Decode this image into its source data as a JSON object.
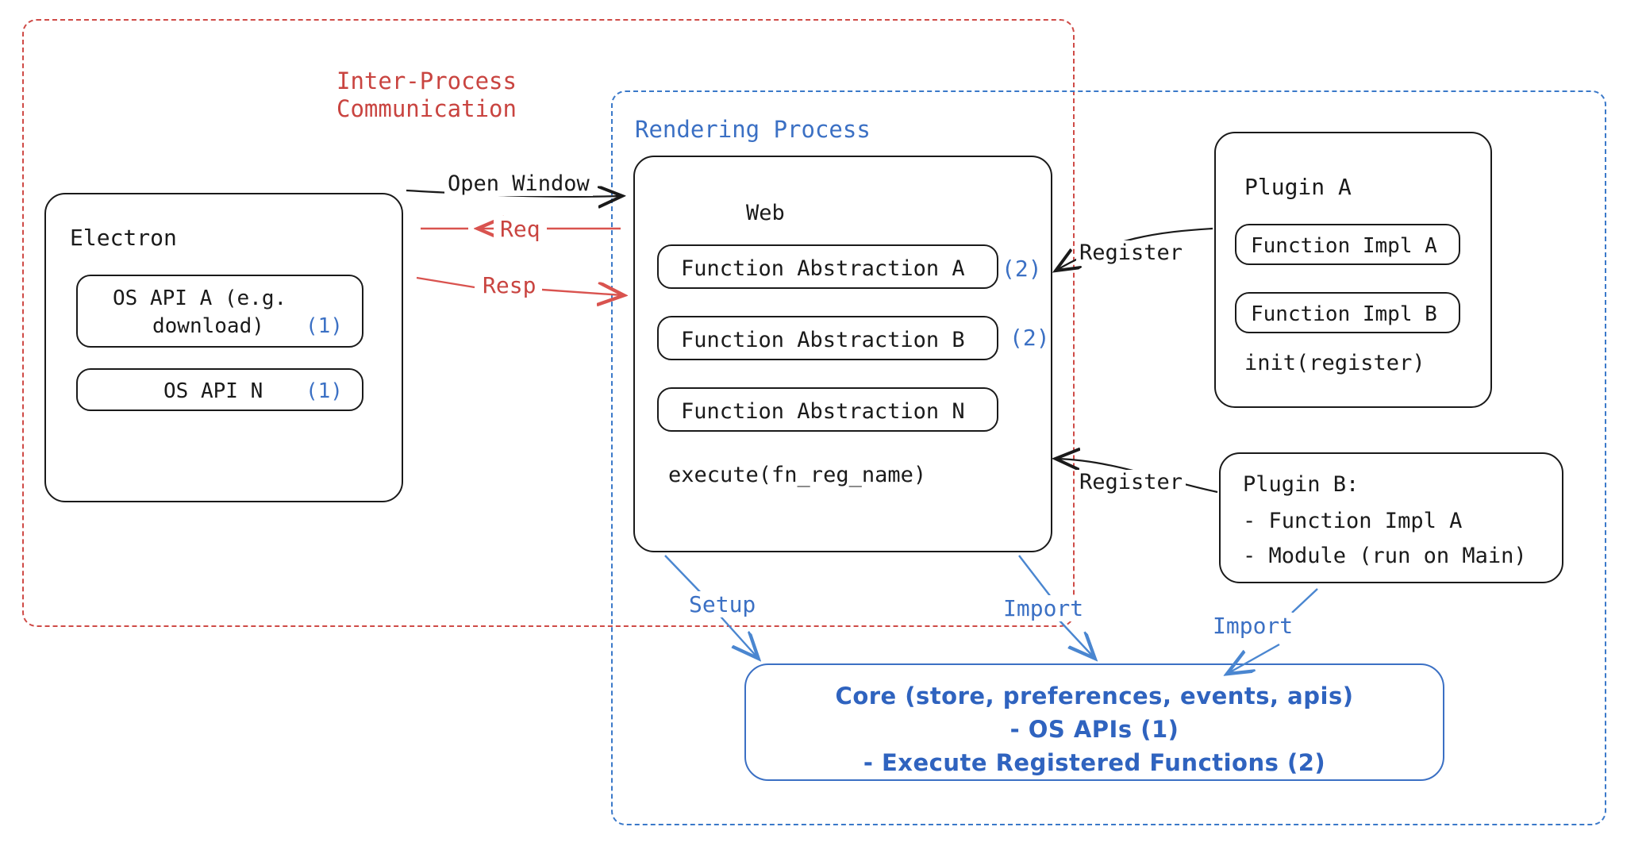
{
  "diagram": {
    "title": "Electron plugin architecture diagram",
    "colors": {
      "red": "#c94440",
      "blue": "#3b70c4",
      "black": "#1a1a1a"
    },
    "groups": {
      "ipc": {
        "label": "Inter-Process\nCommunication",
        "line1": "Inter-Process",
        "line2": "Communication",
        "color": "#c94440"
      },
      "rendering": {
        "label": "Rendering Process",
        "color": "#3b70c4"
      }
    },
    "electron": {
      "title": "Electron",
      "apis": [
        {
          "name": "OS API A (e.g.\n  download)",
          "line1": "OS API A (e.g.",
          "line2": "download)",
          "badge": "(1)"
        },
        {
          "name": "OS API N",
          "line1": "OS API N",
          "line2": "",
          "badge": "(1)"
        }
      ]
    },
    "web": {
      "title": "Web",
      "abstractions": [
        {
          "label": "Function Abstraction A",
          "badge": "(2)"
        },
        {
          "label": "Function Abstraction B",
          "badge": "(2)"
        },
        {
          "label": "Function Abstraction N",
          "badge": ""
        }
      ],
      "footer": "execute(fn_reg_name)"
    },
    "plugin_a": {
      "title": "Plugin A",
      "impls": [
        {
          "label": "Function Impl A"
        },
        {
          "label": "Function Impl B"
        }
      ],
      "footer": "init(register)"
    },
    "plugin_b": {
      "title": "Plugin B:",
      "lines": [
        "- Function Impl A",
        "- Module (run on Main)"
      ]
    },
    "core": {
      "line1": "Core (store, preferences, events, apis)",
      "line2": "- OS APIs (1)",
      "line3": "- Execute Registered Functions (2)"
    },
    "edges": {
      "open_window": "Open Window",
      "req": "Req",
      "resp": "Resp",
      "register_a": "Register",
      "register_b": "Register",
      "setup": "Setup",
      "import_web": "Import",
      "import_plugin_b": "Import"
    }
  }
}
